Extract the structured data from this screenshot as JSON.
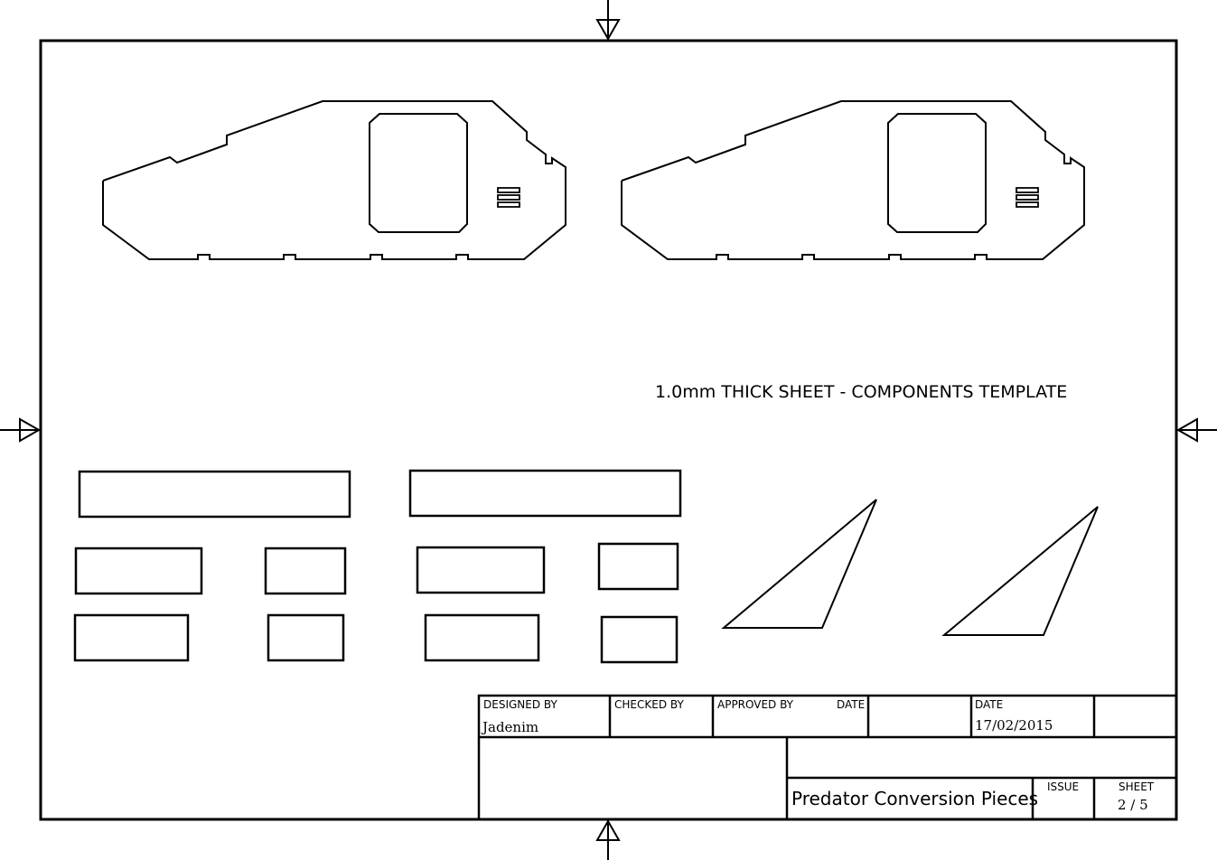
{
  "drawing": {
    "caption": "1.0mm THICK SHEET - COMPONENTS TEMPLATE",
    "title": "Predator Conversion Pieces"
  },
  "title_block": {
    "designed_by_label": "DESIGNED BY",
    "designed_by": "Jadenim",
    "checked_by_label": "CHECKED BY",
    "approved_by_label": "APPROVED BY",
    "approved_date_label": "DATE",
    "date_label": "DATE",
    "date": "17/02/2015",
    "issue_label": "ISSUE",
    "sheet_label": "SHEET",
    "sheet": "2 / 5"
  }
}
